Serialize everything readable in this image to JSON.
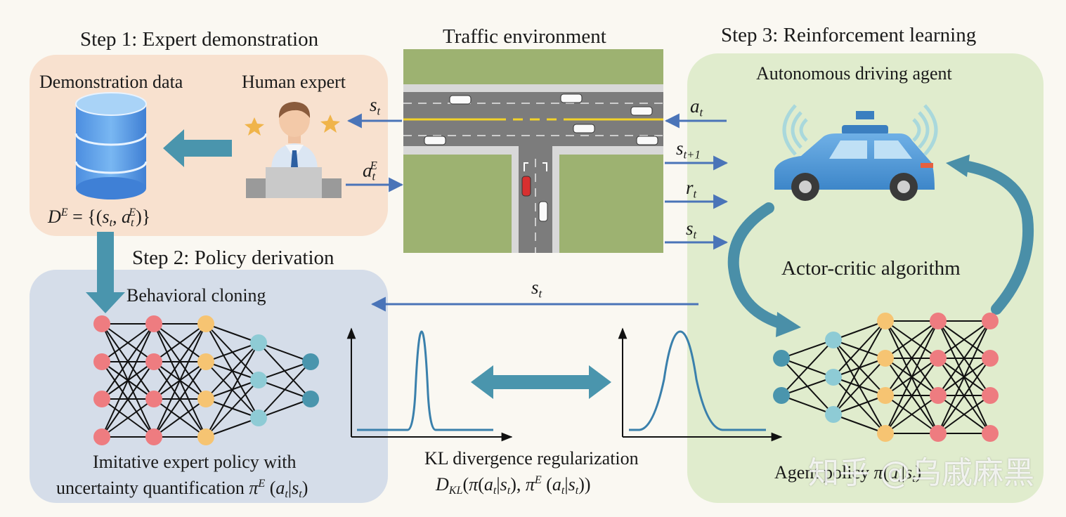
{
  "steps": {
    "step1_title": "Step 1: Expert demonstration",
    "step2_title": "Step 2: Policy derivation",
    "step3_title": "Step 3: Reinforcement learning",
    "traffic_title": "Traffic environment"
  },
  "step1": {
    "demo_data_label": "Demonstration data",
    "human_expert_label": "Human expert",
    "dataset_formula": "D^E = {(s_t, a_t^E)}"
  },
  "step2": {
    "behavioral_cloning_label": "Behavioral cloning",
    "expert_policy_line1": "Imitative expert policy with",
    "expert_policy_line2": "uncertainty quantification",
    "expert_policy_formula": "π^E (a_t|s_t)"
  },
  "step3": {
    "agent_label": "Autonomous driving agent",
    "algorithm_label": "Actor-critic algorithm",
    "agent_policy_label": "Agent policy π(a_t|s_t)"
  },
  "kl": {
    "title": "KL divergence regularization",
    "formula": "D_KL(π(a_t|s_t), π^E (a_t|s_t))"
  },
  "arrows": {
    "to_expert": "s_t",
    "expert_action": "a_t^E",
    "agent_action": "a_t",
    "next_state": "s_t+1",
    "reward": "r_t",
    "state_to_agent": "s_t",
    "state_to_bc": "s_t"
  },
  "watermark": "知乎 @乌戚麻黑",
  "colors": {
    "step1_bg": "#f8e1cf",
    "step2_bg": "#d5dde9",
    "step3_bg": "#e0eccd",
    "arrow_blue": "#4a74b8",
    "teal_arrow": "#4a95ad",
    "node_red": "#ee7c80",
    "node_orange": "#f6c472",
    "node_teal": "#8ecbd5",
    "node_dark_teal": "#4a95ad",
    "road": "#7a7a7a",
    "grass": "#9db271"
  }
}
